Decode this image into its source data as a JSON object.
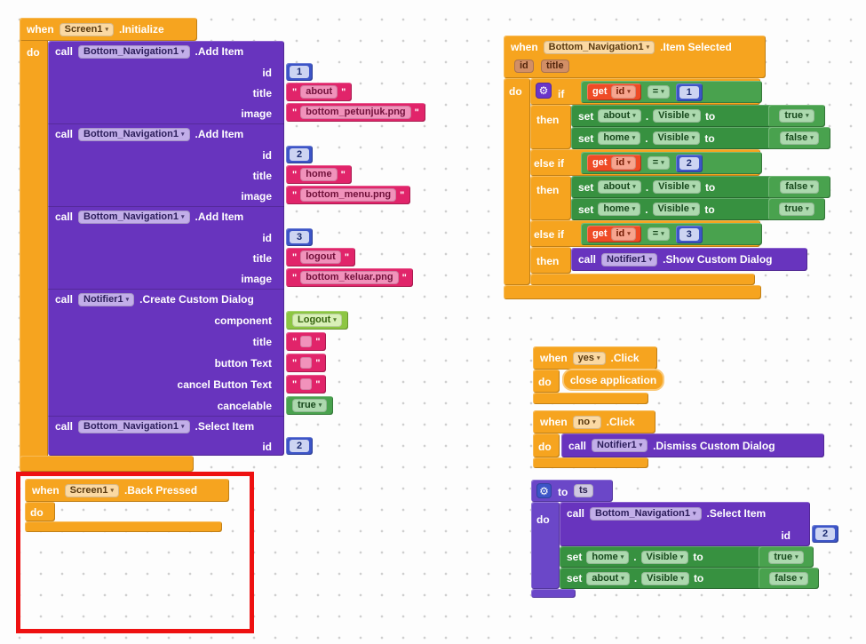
{
  "lex": {
    "when": "when",
    "do": "do",
    "call": "call",
    "set": "set",
    "to": "to",
    "then": "then",
    "if": "if",
    "else_if": "else if",
    "get": "get",
    "eq": "=",
    "dot": ".",
    "caret": "▾",
    "gear": "⚙",
    "quote": "\""
  },
  "screen_init": {
    "component": "Screen1",
    "event": ".Initialize",
    "add_items": [
      {
        "component": "Bottom_Navigation1",
        "method": ".Add Item",
        "id_label": "id",
        "id": "1",
        "title_label": "title",
        "title": "about",
        "image_label": "image",
        "image": "bottom_petunjuk.png"
      },
      {
        "component": "Bottom_Navigation1",
        "method": ".Add Item",
        "id_label": "id",
        "id": "2",
        "title_label": "title",
        "title": "home",
        "image_label": "image",
        "image": "bottom_menu.png"
      },
      {
        "component": "Bottom_Navigation1",
        "method": ".Add Item",
        "id_label": "id",
        "id": "3",
        "title_label": "title",
        "title": "logout",
        "image_label": "image",
        "image": "bottom_keluar.png"
      }
    ],
    "create_dialog": {
      "component": "Notifier1",
      "method": ".Create Custom Dialog",
      "component_label": "component",
      "component_value": "Logout",
      "title_label": "title",
      "button_text_label": "button Text",
      "cancel_button_text_label": "cancel Button Text",
      "cancelable_label": "cancelable",
      "cancelable_value": "true"
    },
    "select_item": {
      "component": "Bottom_Navigation1",
      "method": ".Select Item",
      "id_label": "id",
      "id": "2"
    }
  },
  "back_pressed": {
    "component": "Screen1",
    "event": ".Back Pressed"
  },
  "item_selected": {
    "component": "Bottom_Navigation1",
    "event": ".Item Selected",
    "param_id": "id",
    "param_title": "title",
    "branch1": {
      "var": "id",
      "val": "1",
      "set1": {
        "comp": "about",
        "prop": "Visible",
        "val": "true"
      },
      "set2": {
        "comp": "home",
        "prop": "Visible",
        "val": "false"
      }
    },
    "branch2": {
      "var": "id",
      "val": "2",
      "set1": {
        "comp": "about",
        "prop": "Visible",
        "val": "false"
      },
      "set2": {
        "comp": "home",
        "prop": "Visible",
        "val": "true"
      }
    },
    "branch3": {
      "var": "id",
      "val": "3",
      "call": {
        "component": "Notifier1",
        "method": ".Show Custom Dialog"
      }
    }
  },
  "yes_click": {
    "component": "yes",
    "event": ".Click",
    "action": "close application"
  },
  "no_click": {
    "component": "no",
    "event": ".Click",
    "call": {
      "component": "Notifier1",
      "method": ".Dismiss Custom Dialog"
    }
  },
  "procedure": {
    "kw": "to",
    "name": "ts",
    "call": {
      "component": "Bottom_Navigation1",
      "method": ".Select Item",
      "id_label": "id",
      "id": "2"
    },
    "set1": {
      "comp": "home",
      "prop": "Visible",
      "val": "true"
    },
    "set2": {
      "comp": "about",
      "prop": "Visible",
      "val": "false"
    }
  },
  "colors": {
    "event_orange": "#F6A41F",
    "method_purple": "#6834BE",
    "text_pink": "#E1246A",
    "math_blue": "#3D55C7",
    "setter_green": "#379140",
    "logic_green": "#49A24E",
    "component_green": "#8DC643",
    "variable_red": "#EF4B26",
    "highlight_red": "#EE1111"
  }
}
